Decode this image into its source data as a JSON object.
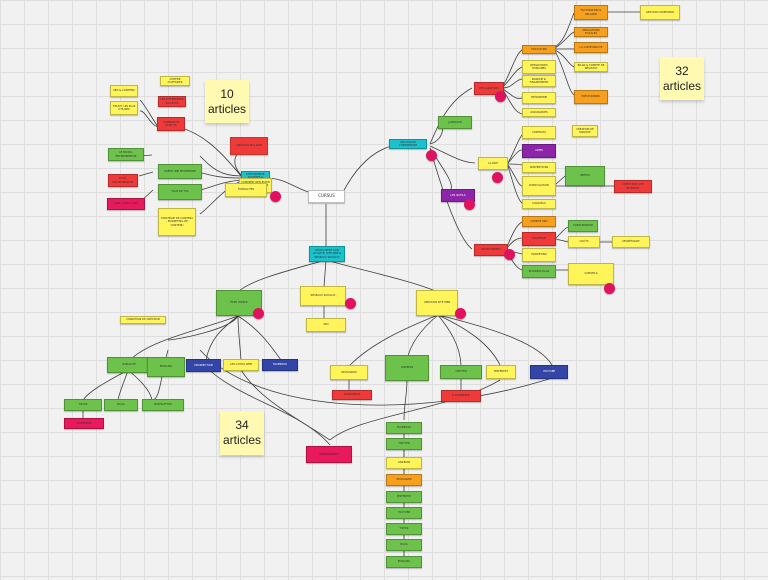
{
  "board": {
    "colors": {
      "green": "#6cc24a",
      "yellow": "#fff45a",
      "orange": "#f6a01e",
      "red": "#f03a3a",
      "pink": "#e8195d",
      "purple": "#8e24aa",
      "blue": "#3346a8",
      "teal": "#19c2cc",
      "sticky": "#fff9b1",
      "badge": "#e0115f"
    },
    "root": {
      "label": "CURSUS"
    },
    "sticky_notes": [
      {
        "name": "sticky-10-articles",
        "label": "10\narticles"
      },
      {
        "name": "sticky-32-articles",
        "label": "32\narticles"
      },
      {
        "name": "sticky-34-articles",
        "label": "34\narticles"
      }
    ],
    "branch_headers": [
      {
        "name": "left-branch-header",
        "label": "CRÉATION D'ENTREPRISE, SOCIÉTÉS & STATUTS"
      },
      {
        "name": "right-branch-header",
        "label": "GESTION DE L'ENTREPRISE"
      },
      {
        "name": "bottom-branch-header",
        "label": "DÉVELOPPER SON ACTIVITÉ, SITE WEB & RÉSEAUX SOCIAUX"
      }
    ],
    "left_nodes": [
      {
        "label": "SEO & CONTENU"
      },
      {
        "label": "STATUT LES PLUS UTILISÉS"
      },
      {
        "label": "CHIFFRE D'AFFAIRES"
      },
      {
        "label": "LES DIFFÉRENTES SOCIÉTÉS"
      },
      {
        "label": "COMPARATIF STATUTS"
      },
      {
        "label": "LE MICRO-ENTREPRENEUR"
      },
      {
        "label": "AUTO-ENTREPRENEUR"
      },
      {
        "label": "CRÉER UNE ENTREPRISE"
      },
      {
        "label": "SARL / EURL / SAS"
      },
      {
        "label": "TAUX DE TVA"
      },
      {
        "label": "CRÉATION EN LIGNE"
      },
      {
        "label": "COMMENT RÉFLÉCHIR UNE ENTREPRISE, À ÉCONOMIE"
      },
      {
        "label": "STRATÉGIE DE CONTENU - MARKETING DE CONTENU"
      },
      {
        "label": "CONDITION DE CRÉATION"
      },
      {
        "label": "FORMALITÉS"
      }
    ],
    "right_nodes": [
      {
        "label": "FACTURATION & RELANCE"
      },
      {
        "label": "GESTION COMPTABLE"
      },
      {
        "label": "OBLIGATIONS FISCALES"
      },
      {
        "label": "LA COMPTABILITÉ"
      },
      {
        "label": "BILAN & COMPTE DE RÉSULTAT"
      },
      {
        "label": "PRÉVISIONNEL"
      },
      {
        "label": "STRUCTURE"
      },
      {
        "label": "RESSOURCES HUMAINES"
      },
      {
        "label": "BANQUE & FINANCEMENT"
      },
      {
        "label": "TRÉSORERIE"
      },
      {
        "label": "ASSURANCES"
      },
      {
        "label": "DÉCLARATIONS"
      },
      {
        "label": "JURIDIQUE"
      },
      {
        "label": "LA PAIE"
      },
      {
        "label": "LES OUTILS"
      },
      {
        "label": "CONTRATS"
      },
      {
        "label": "AIDES"
      },
      {
        "label": "SUBVENTIONS"
      },
      {
        "label": "DOMICILIATION"
      },
      {
        "label": "LOGICIELS"
      },
      {
        "label": "CRÉATION DE MARQUE"
      },
      {
        "label": "IMPÔTS"
      },
      {
        "label": "CRÉER SON SITE INTERNET"
      },
      {
        "label": "RECRUTEMENT"
      },
      {
        "label": "COMPTE PRO"
      },
      {
        "label": "STRATÉGIE"
      },
      {
        "label": "MARKETING"
      },
      {
        "label": "BUSINESS PLAN"
      },
      {
        "label": "CONCURRENCE"
      },
      {
        "label": "COÛTS"
      },
      {
        "label": "SECRÉTARIAT"
      },
      {
        "label": "CONSEILS"
      }
    ],
    "bottom_nodes": [
      {
        "label": "ÊTRE VISIBLE"
      },
      {
        "label": "RÉSEAUX SOCIAUX"
      },
      {
        "label": "CRÉATION SITE WEB"
      },
      {
        "label": "SEO"
      },
      {
        "label": "PUBLICITÉ"
      },
      {
        "label": "EMAILING"
      },
      {
        "label": "PROSPECTION"
      },
      {
        "label": "LES OUTILS WEB"
      },
      {
        "label": "FACEBOOK"
      },
      {
        "label": "INSTAGRAM"
      },
      {
        "label": "LINKEDIN"
      },
      {
        "label": "TWITTER"
      },
      {
        "label": "PINTEREST"
      },
      {
        "label": "YOUTUBE"
      },
      {
        "label": "TIKTOK"
      },
      {
        "label": "BLOG"
      },
      {
        "label": "NEWSLETTER"
      },
      {
        "label": "CONTENUS"
      },
      {
        "label": "WORDPRESS"
      },
      {
        "label": "E-COMMERCE"
      },
      {
        "label": "HÉBERGEMENT"
      },
      {
        "label": "NOM DE DOMAINE"
      },
      {
        "label": "DESIGN"
      },
      {
        "label": "RÉFÉRENCEMENT"
      },
      {
        "label": "ANALYTICS"
      },
      {
        "label": "CONVERSION"
      },
      {
        "label": "COMMUNICATION"
      },
      {
        "label": "IMAGE DE MARQUE"
      },
      {
        "label": "NOTORIÉTÉ"
      },
      {
        "label": "SERVICE CLIENT"
      },
      {
        "label": "FIDÉLISATION"
      },
      {
        "label": "PARTENARIATS"
      },
      {
        "label": "ÉVÉNEMENTS"
      },
      {
        "label": "CROISSANCE"
      }
    ],
    "bottom_column": [
      {
        "label": "FACEBOOK"
      },
      {
        "label": "TWITTER"
      },
      {
        "label": "LINKEDIN"
      },
      {
        "label": "INSTAGRAM"
      },
      {
        "label": "PINTEREST"
      },
      {
        "label": "YOUTUBE"
      },
      {
        "label": "TIKTOK"
      },
      {
        "label": "BLOG"
      },
      {
        "label": "EMAILING"
      }
    ]
  }
}
